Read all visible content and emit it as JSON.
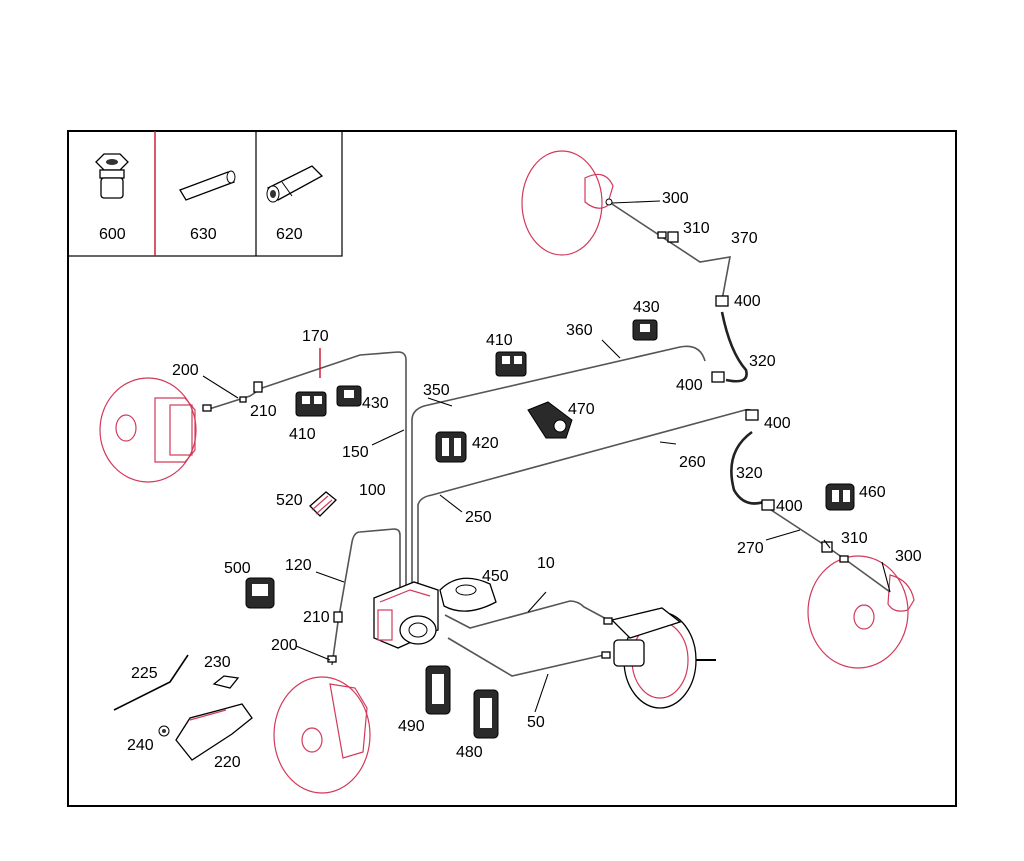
{
  "legend_box": {
    "cells": [
      {
        "label": "600",
        "icon": "adapter-nut-icon"
      },
      {
        "label": "630",
        "icon": "sleeve-icon"
      },
      {
        "label": "620",
        "icon": "hex-socket-icon"
      }
    ]
  },
  "callouts": {
    "c10": "10",
    "c50": "50",
    "c100": "100",
    "c120": "120",
    "c150": "150",
    "c170": "170",
    "c200a": "200",
    "c200b": "200",
    "c210a": "210",
    "c210b": "210",
    "c220": "220",
    "c225": "225",
    "c230": "230",
    "c240": "240",
    "c250": "250",
    "c260": "260",
    "c270": "270",
    "c300a": "300",
    "c300b": "300",
    "c310a": "310",
    "c310b": "310",
    "c320a": "320",
    "c320b": "320",
    "c350": "350",
    "c360": "360",
    "c370": "370",
    "c400a": "400",
    "c400b": "400",
    "c400c": "400",
    "c400d": "400",
    "c410a": "410",
    "c410b": "410",
    "c420": "420",
    "c430a": "430",
    "c430b": "430",
    "c450": "450",
    "c460": "460",
    "c470": "470",
    "c480": "480",
    "c490": "490",
    "c500": "500",
    "c520": "520"
  },
  "colors": {
    "accent": "#c8102e",
    "line": "#000000",
    "pipe": "#555555"
  }
}
